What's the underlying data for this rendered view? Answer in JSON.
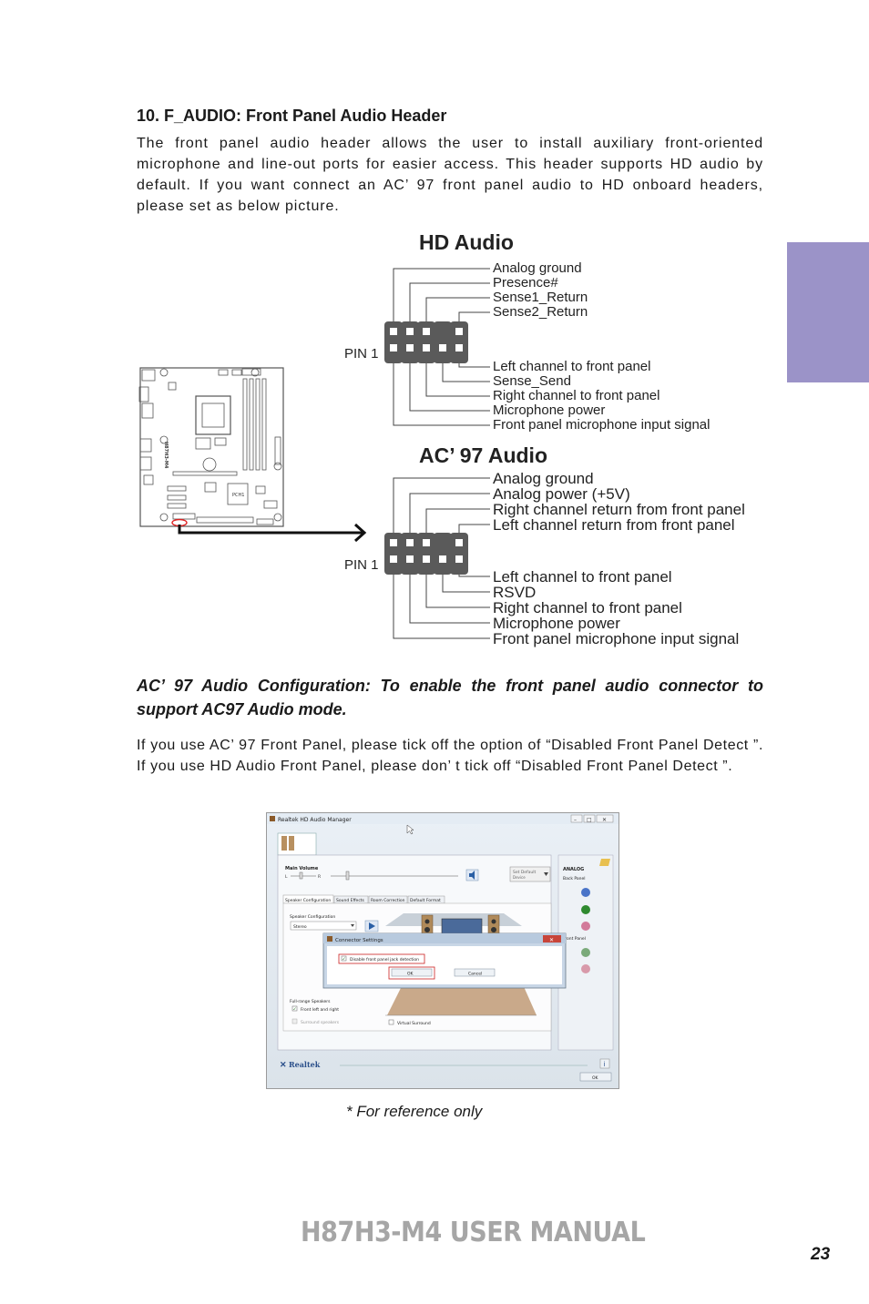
{
  "section": {
    "title": "10. F_AUDIO: Front Panel Audio Header",
    "intro": "The front panel audio header allows the user to install auxiliary front-oriented microphone and line-out ports for easier access. This header supports HD audio by default. If you want connect an AC’ 97 front panel audio to HD onboard headers, please set as below picture."
  },
  "hd_audio": {
    "title": "HD Audio",
    "pin1": "PIN 1",
    "top_labels": [
      "Analog ground",
      "Presence#",
      "Sense1_Return",
      "Sense2_Return"
    ],
    "bottom_labels": [
      "Left channel to front panel",
      "Sense_Send",
      "Right channel to front panel",
      "Microphone power",
      "Front panel microphone input signal"
    ]
  },
  "ac97_audio": {
    "title": "AC’ 97 Audio",
    "pin1": "PIN 1",
    "top_labels": [
      "Analog ground",
      "Analog power (+5V)",
      "Right channel return from front panel",
      "Left channel return from front panel"
    ],
    "bottom_labels": [
      "Left channel to front panel",
      "RSVD",
      "Right channel to front panel",
      "Microphone power",
      "Front panel microphone input signal"
    ]
  },
  "board": {
    "model": "H87H3-M4",
    "chip_label": "PCH1"
  },
  "config": {
    "heading": "AC’ 97 Audio Configuration: To enable the front panel audio connector to support AC97 Audio mode.",
    "body": "If you use AC’ 97 Front Panel, please tick off the option of “Disabled Front Panel Detect ”. If you use HD Audio Front Panel, please don’ t tick off “Disabled Front Panel Detect ”."
  },
  "screenshot": {
    "window_title": "Realtek HD Audio Manager",
    "main_volume": "Main Volume",
    "vol_l": "L",
    "vol_r": "R",
    "set_default": "Set Default",
    "device": "Device",
    "tabs": [
      "Speaker Configuration",
      "Sound Effects",
      "Room Correction",
      "Default Format"
    ],
    "speaker_config_label": "Speaker Configuration",
    "speaker_config_value": "Stereo",
    "analog": "ANALOG",
    "back_panel": "Back Panel",
    "front_panel": "Front Panel",
    "dialog_title": "Connector Settings",
    "dialog_option": "Disable front panel jack detection",
    "ok": "OK",
    "cancel": "Cancel",
    "full_range": "Full-range Speakers",
    "front_left_right": "Front left and right",
    "surround": "Surround speakers",
    "virtual_surround": "Virtual Surround",
    "brand": "Realtek",
    "colors": {
      "jack_blue": "#4a74c8",
      "jack_green": "#2f8a2f",
      "jack_pink": "#d27a9a",
      "highlight_red": "#cc2222"
    }
  },
  "caption": "* For reference only",
  "footer": {
    "title": "H87H3-M4 USER MANUAL",
    "page": "23"
  }
}
